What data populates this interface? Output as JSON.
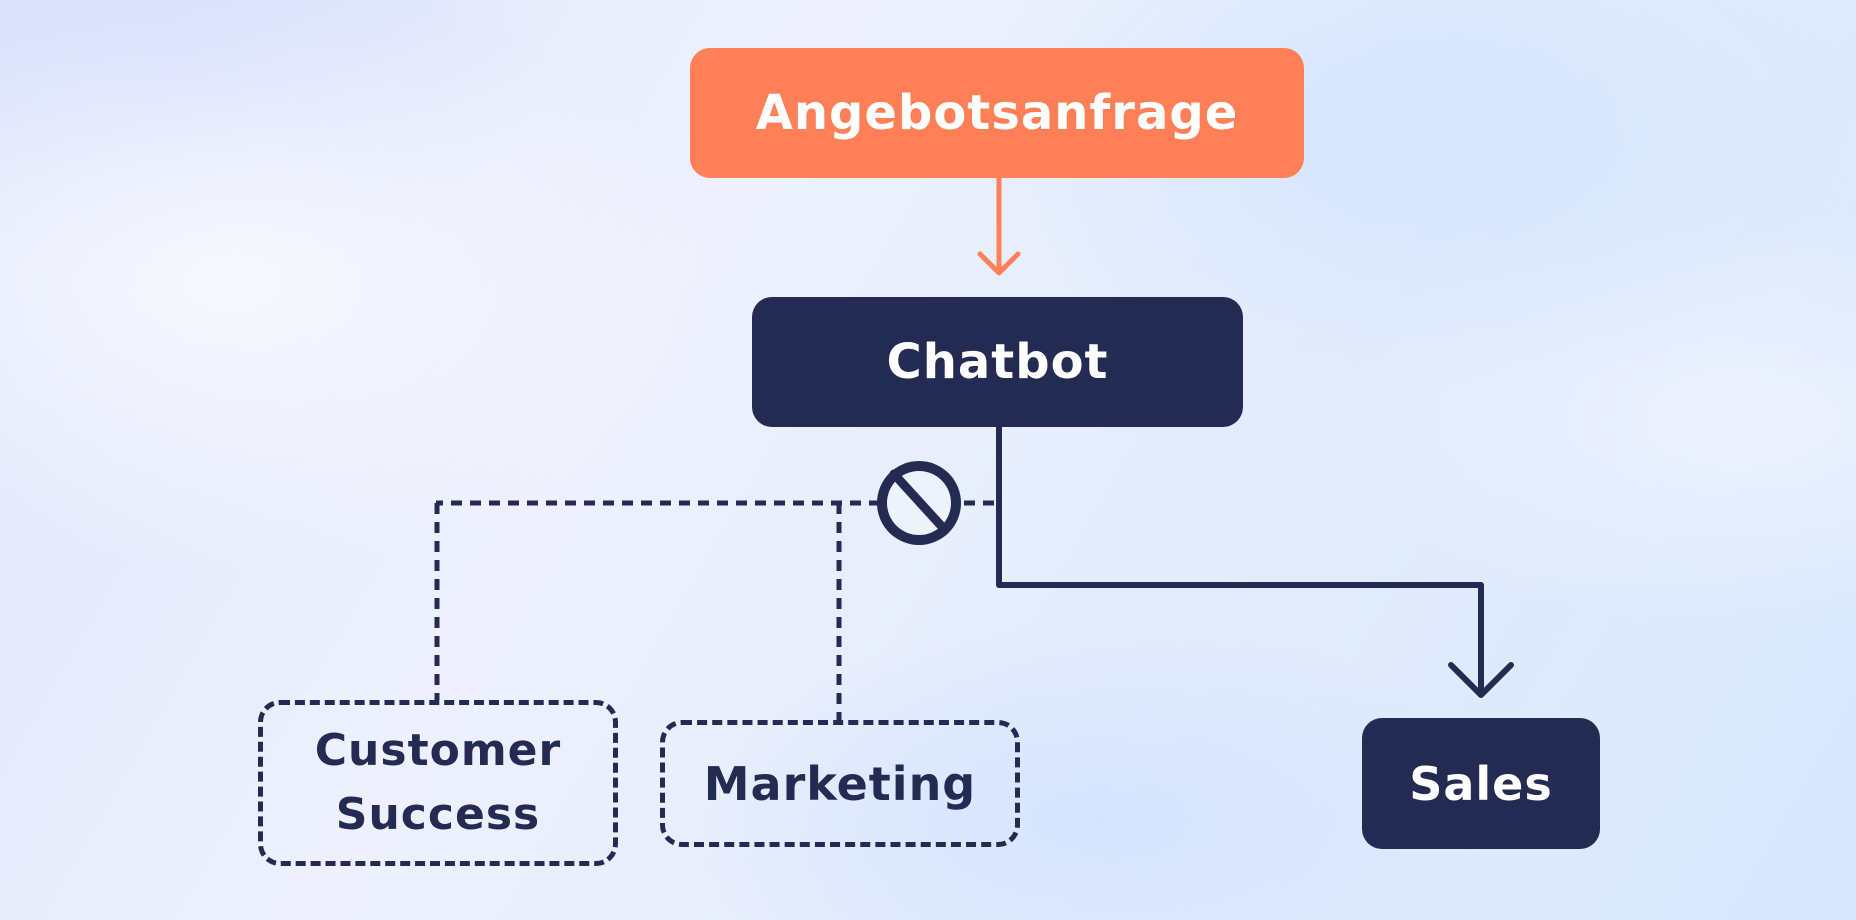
{
  "nodes": {
    "angebotsanfrage": "Angebotsanfrage",
    "chatbot": "Chatbot",
    "sales": "Sales",
    "customer_success": "Customer Success",
    "marketing": "Marketing"
  },
  "colors": {
    "accent": "#ff7f56",
    "primary": "#232b52",
    "background": "#e6ecfc"
  },
  "icons": {
    "blocked": "prohibited-icon"
  }
}
